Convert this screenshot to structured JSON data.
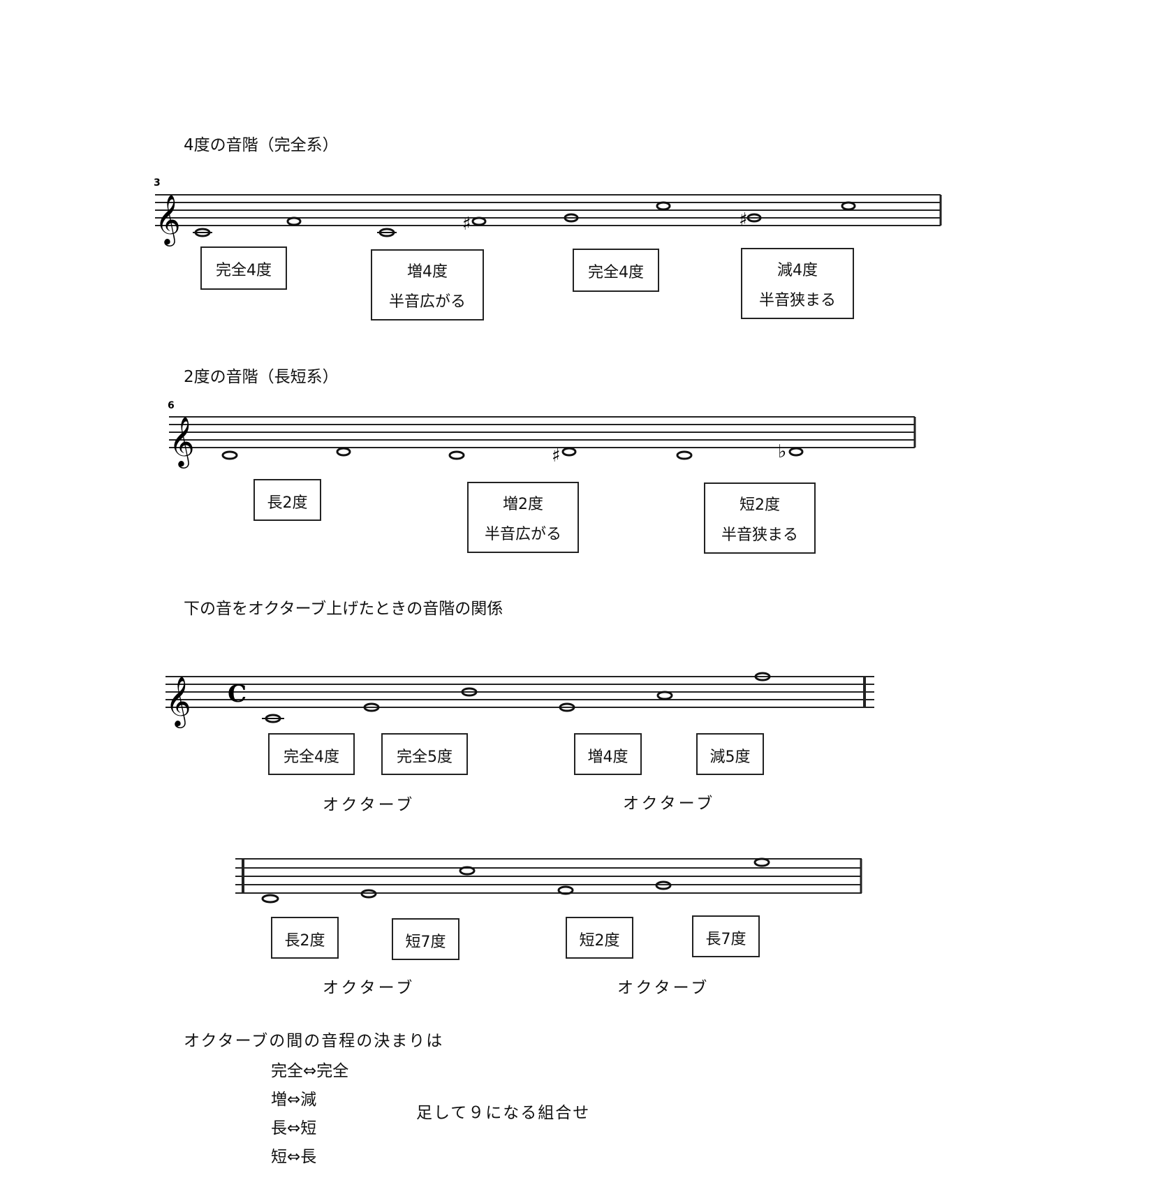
{
  "section1": {
    "heading": "4度の音階（完全系）",
    "measure_number": "3",
    "boxes": [
      {
        "line1": "完全4度",
        "line2": ""
      },
      {
        "line1": "増4度",
        "line2": "半音広がる"
      },
      {
        "line1": "完全4度",
        "line2": ""
      },
      {
        "line1": "減4度",
        "line2": "半音狭まる"
      }
    ]
  },
  "section2": {
    "heading": "2度の音階（長短系）",
    "measure_number": "6",
    "boxes": [
      {
        "line1": "長2度",
        "line2": ""
      },
      {
        "line1": "増2度",
        "line2": "半音広がる"
      },
      {
        "line1": "短2度",
        "line2": "半音狭まる"
      }
    ]
  },
  "section3": {
    "heading": "下の音をオクターブ上げたときの音階の関係",
    "boxes_row1": [
      "完全4度",
      "完全5度",
      "増4度",
      "減5度"
    ],
    "octave_row1": [
      "オクターブ",
      "オクターブ"
    ],
    "boxes_row2": [
      "長2度",
      "短7度",
      "短2度",
      "長7度"
    ],
    "octave_row2": [
      "オクターブ",
      "オクターブ"
    ]
  },
  "rules": {
    "heading": "オクターブの間の音程の決まりは",
    "pairs": [
      "完全⇔完全",
      "増⇔減",
      "長⇔短",
      "短⇔長"
    ],
    "note": "足して９になる組合せ"
  },
  "music_symbols": {
    "treble_clef": "𝄞",
    "sharp": "♯",
    "flat": "♭",
    "common_time": "C"
  }
}
